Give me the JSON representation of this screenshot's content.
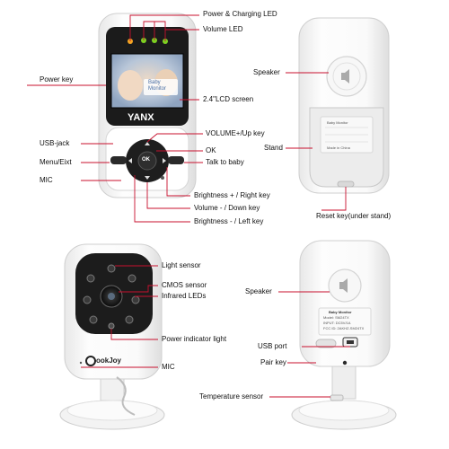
{
  "parent_unit": {
    "brand": "YANX",
    "screen_text_line1": "Baby",
    "screen_text_line2": "Monitor",
    "ok_button": "OK",
    "labels": {
      "power_charging_led": "Power & Charging LED",
      "volume_led": "Volume LED",
      "power_key": "Power key",
      "lcd_screen": "2.4\"LCD screen",
      "usb_jack": "USB-jack",
      "menu_exit": "Menu/Eixt",
      "mic": "MIC",
      "volume_up_key": "VOLUME+/Up key",
      "ok": "OK",
      "talk_to_baby": "Talk to baby",
      "brightness_right_key": "Brightness + / Right key",
      "volume_down_key": "Volume - / Down key",
      "brightness_left_key": "Brightness - / Left key"
    }
  },
  "parent_back": {
    "labels": {
      "speaker": "Speaker",
      "stand": "Stand",
      "reset_key": "Reset key(under stand)"
    },
    "sticker_lines": [
      "Baby Monitor",
      "Made in China"
    ]
  },
  "camera_front": {
    "brand": "ookJoy",
    "labels": {
      "light_sensor": "Light sensor",
      "cmos_sensor": "CMOS sensor",
      "infrared_leds": "Infrared LEDs",
      "power_indicator": "Power indicator light",
      "mic": "MIC"
    }
  },
  "camera_back": {
    "sticker_lines": [
      "Baby Monitor",
      "Model: SM24TX",
      "INPUT: DC5V/1A",
      "FCC ID: 2AKHZ-SM24TX"
    ],
    "labels": {
      "speaker": "Speaker",
      "usb_port": "USB port",
      "pair_key": "Pair key",
      "temperature_sensor": "Temperature sensor"
    }
  },
  "colors": {
    "callout_line": "#c8102e",
    "device_white": "#f4f4f4",
    "device_outline": "#c9c9c9",
    "panel_black": "#1c1c1c",
    "led_amber": "#f5a623",
    "led_green": "#7ed321"
  }
}
